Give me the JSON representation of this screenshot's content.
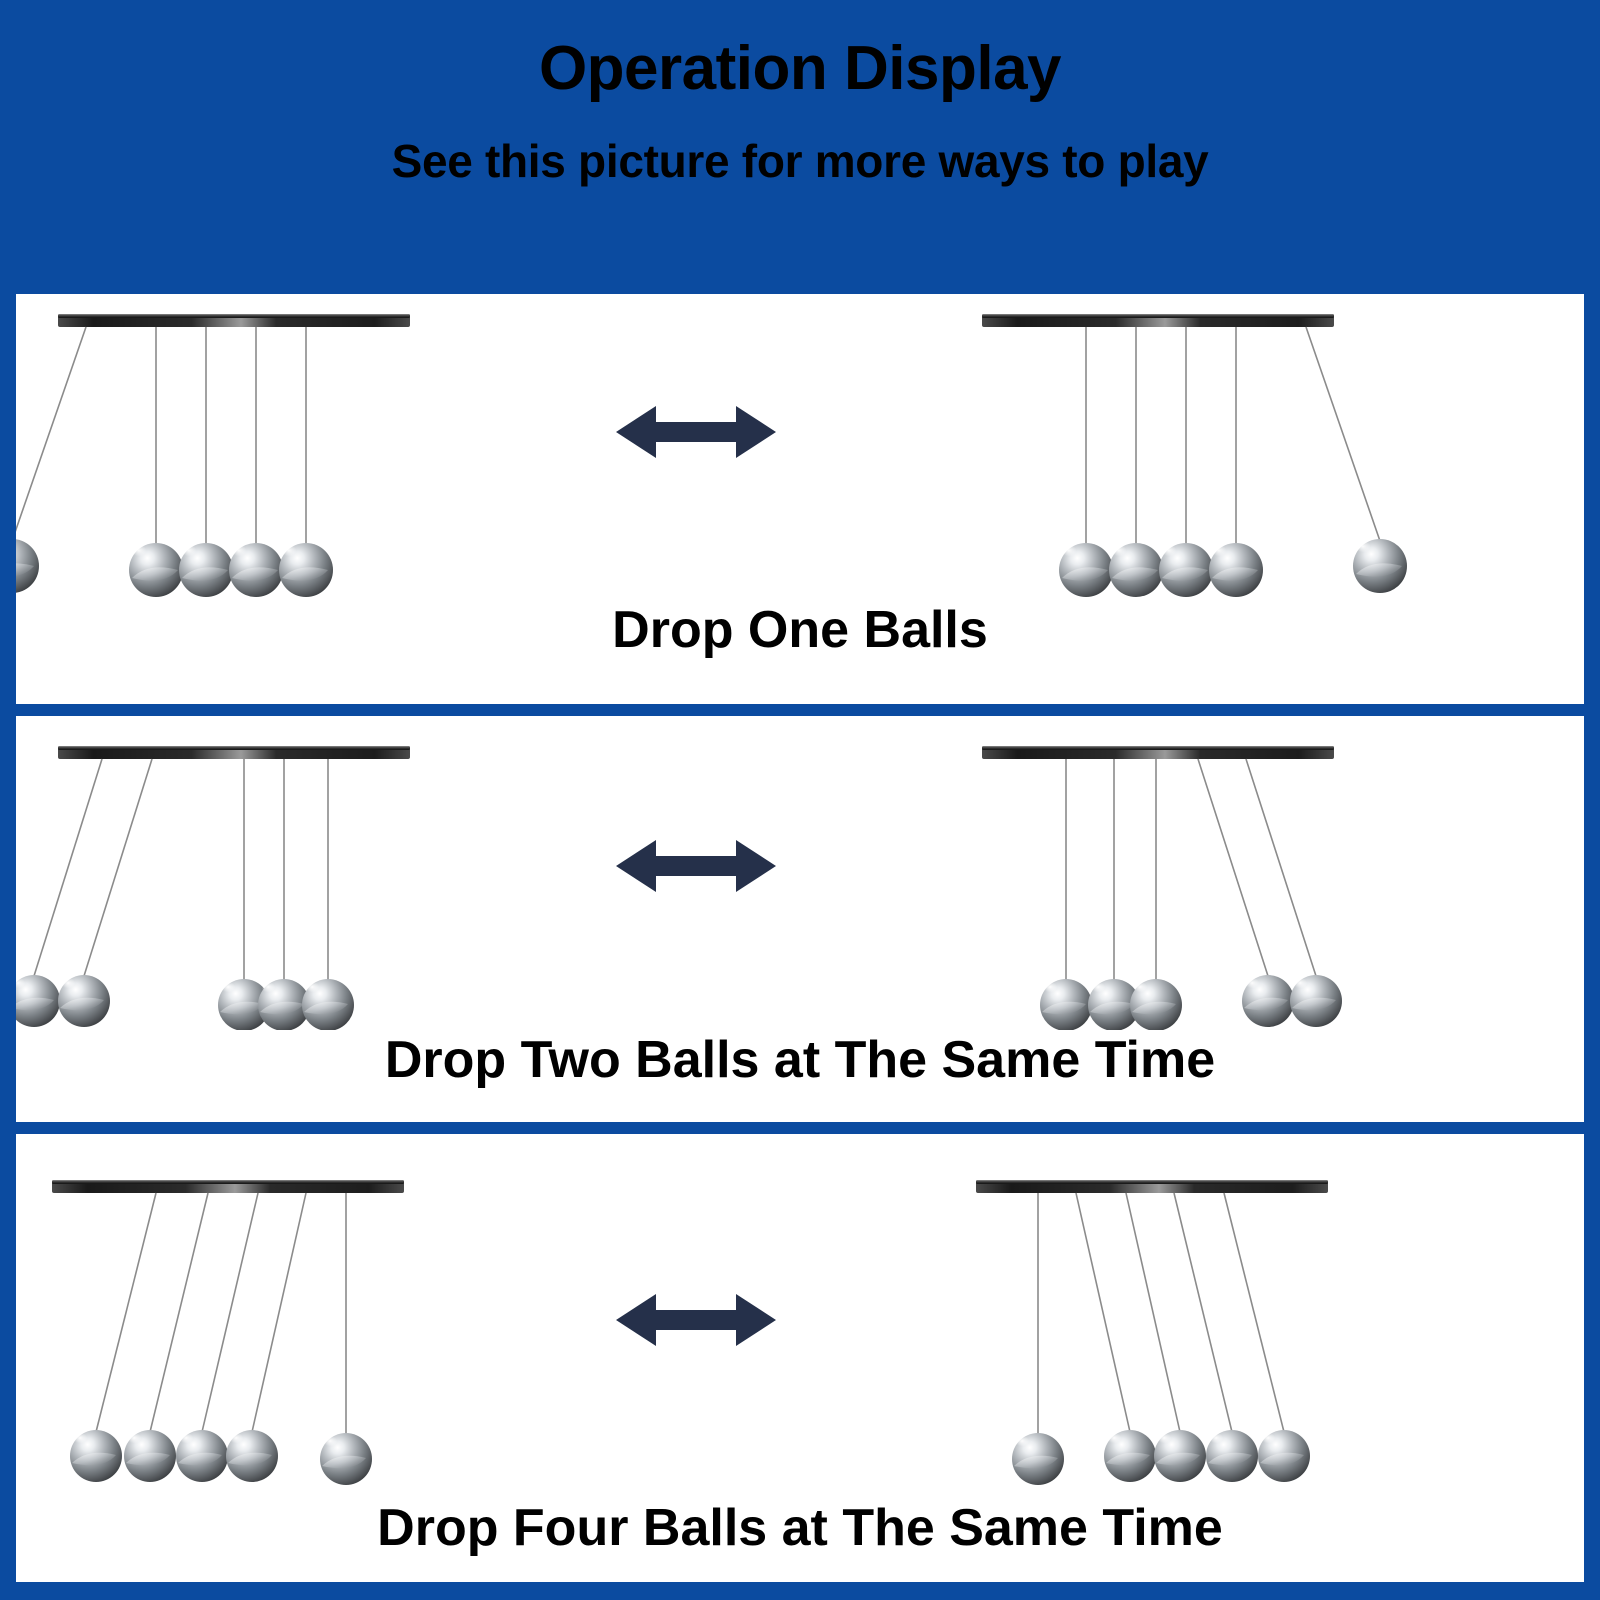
{
  "header": {
    "title": "Operation Display",
    "subtitle": "See this picture for more ways to play"
  },
  "colors": {
    "brand_blue": "#0B4BA0",
    "panel_background": "#FFFFFF",
    "arrow_navy": "#25304A",
    "beam_dark": "#1C1C1C",
    "ball_chrome": "#B8BCC0",
    "caption_text": "#000000"
  },
  "panels": [
    {
      "id": "panel-drop-one",
      "caption": "Drop One Balls",
      "arrow_icon": "double-arrow-horizontal-icon",
      "left_cradle": {
        "total_balls": 5,
        "swung_balls": 1,
        "swing_side": "left",
        "resting_balls": 4
      },
      "right_cradle": {
        "total_balls": 5,
        "swung_balls": 1,
        "swing_side": "right",
        "resting_balls": 4
      }
    },
    {
      "id": "panel-drop-two",
      "caption": "Drop Two Balls at The Same Time",
      "arrow_icon": "double-arrow-horizontal-icon",
      "left_cradle": {
        "total_balls": 5,
        "swung_balls": 2,
        "swing_side": "left",
        "resting_balls": 3
      },
      "right_cradle": {
        "total_balls": 5,
        "swung_balls": 2,
        "swing_side": "right",
        "resting_balls": 3
      }
    },
    {
      "id": "panel-drop-four",
      "caption": "Drop Four Balls at The Same Time",
      "arrow_icon": "double-arrow-horizontal-icon",
      "left_cradle": {
        "total_balls": 5,
        "swung_balls": 4,
        "swing_side": "left",
        "resting_balls": 1
      },
      "right_cradle": {
        "total_balls": 5,
        "swung_balls": 4,
        "swing_side": "right",
        "resting_balls": 1
      }
    }
  ]
}
